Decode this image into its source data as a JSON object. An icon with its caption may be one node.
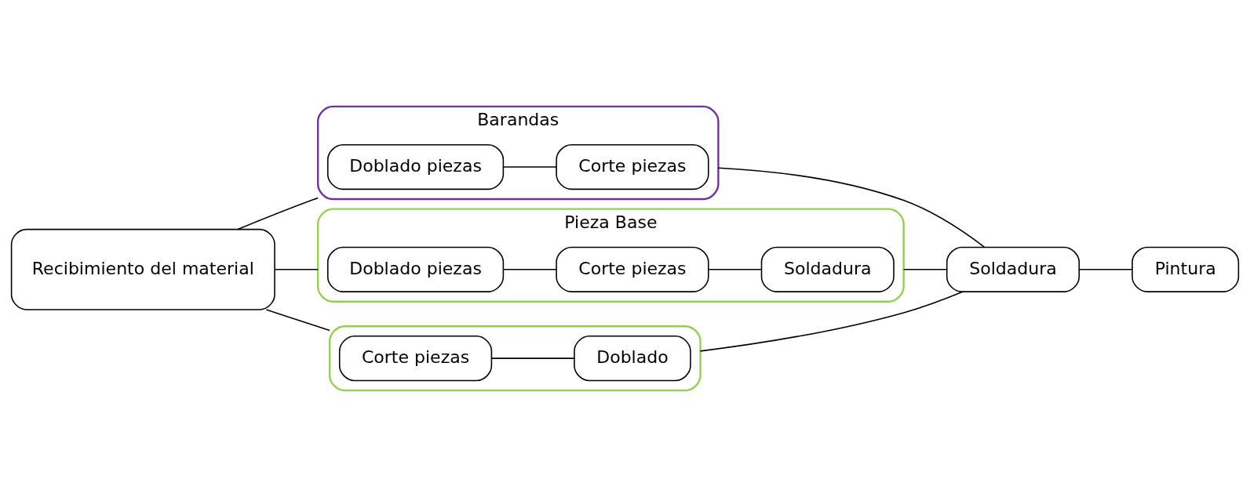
{
  "diagram": {
    "nodes": [
      {
        "text": [
          "Recibimiento del material"
        ]
      },
      {
        "text": [
          "Barandas"
        ]
      },
      {
        "text": [
          "Doblado piezas"
        ],
        "in": 1
      },
      {
        "text": [
          "Corte piezas"
        ],
        "in": 1
      },
      {
        "text": [
          "Pieza Base"
        ]
      },
      {
        "text": [
          "Doblado piezas"
        ],
        "in": 4
      },
      {
        "text": [
          "Corte piezas"
        ],
        "in": 4
      },
      {
        "text": [
          "Soldadura"
        ],
        "in": 4
      },
      {
        "text": [],
        "shape": "box"
      },
      {
        "text": [
          "Corte piezas"
        ],
        "in": 8
      },
      {
        "text": [
          "Doblado"
        ],
        "in": 8
      },
      {
        "text": [
          "Soldadura"
        ]
      },
      {
        "text": [
          "Pintura"
        ]
      }
    ],
    "edges": [
      {
        "from": 0,
        "to": 1,
        "arrow": "none"
      },
      {
        "from": 0,
        "to": 4,
        "arrow": "none"
      },
      {
        "from": 0,
        "to": 8,
        "arrow": "none"
      },
      {
        "from": 2,
        "to": 3,
        "arrow": "none"
      },
      {
        "from": 5,
        "to": 6,
        "arrow": "none"
      },
      {
        "from": 6,
        "to": 7,
        "arrow": "none"
      },
      {
        "from": 9,
        "to": 10,
        "arrow": "none"
      },
      {
        "from": 1,
        "to": 11,
        "arrow": "none"
      },
      {
        "from": 4,
        "to": 11,
        "arrow": "none"
      },
      {
        "from": 8,
        "to": 11,
        "arrow": "none"
      },
      {
        "from": 11,
        "to": 12,
        "arrow": "none"
      }
    ]
  }
}
